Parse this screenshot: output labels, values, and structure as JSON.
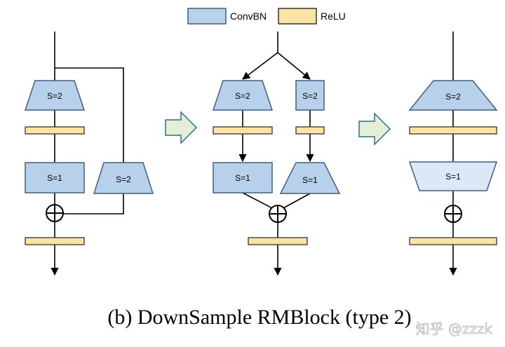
{
  "legend": {
    "convbn_label": "ConvBN",
    "relu_label": "ReLU",
    "convbn_color": "#b8d1ea",
    "relu_color": "#fbe3a3"
  },
  "panels": {
    "left": {
      "main_top_conv": "S=2",
      "main_mid_conv": "S=1",
      "shortcut_conv": "S=2"
    },
    "middle": {
      "left_top_conv": "S=2",
      "right_top_conv": "S=2",
      "left_mid_conv": "S=1",
      "right_mid_conv": "S=1"
    },
    "right": {
      "top_conv": "S=2",
      "mid_conv": "S=1"
    }
  },
  "colors": {
    "conv_fill": "#b8d1ea",
    "conv_fill_light": "#dbe8f6",
    "conv_stroke": "#3e5f80",
    "relu_fill": "#fbe3a3",
    "relu_stroke": "#333333",
    "arrow_fill": "#e3f0d6",
    "arrow_stroke": "#2e6e8e",
    "line": "#000000"
  },
  "caption": "(b) DownSample RMBlock (type 2)",
  "watermark": "知乎 @zzzk"
}
